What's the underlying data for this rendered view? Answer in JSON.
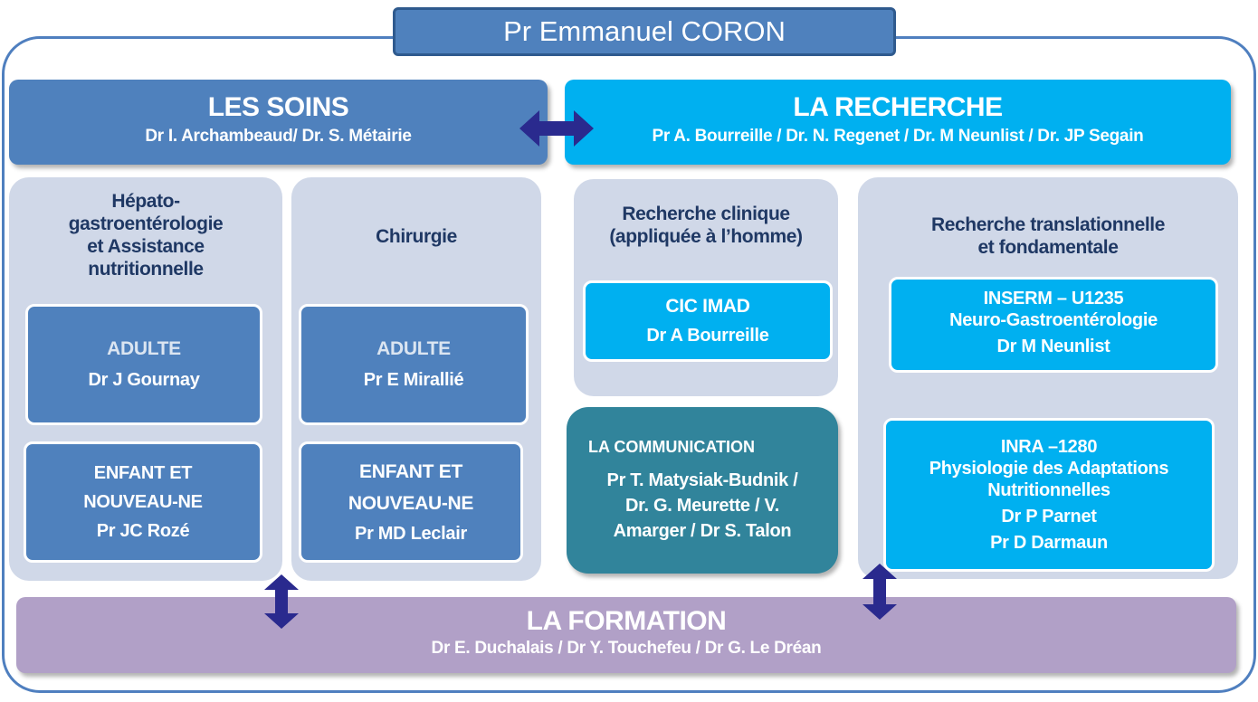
{
  "title": "Pr Emmanuel CORON",
  "soins": {
    "heading": "LES SOINS",
    "leads": "Dr I. Archambeaud/ Dr. S. Métairie"
  },
  "recherche": {
    "heading": "LA RECHERCHE",
    "leads": "Pr A. Bourreille / Dr. N. Regenet /  Dr. M Neunlist / Dr. JP Segain"
  },
  "hepato": {
    "heading": [
      "Hépato-",
      "gastroentérologie",
      "et Assistance",
      "nutritionnelle"
    ],
    "adulte": {
      "label": "ADULTE",
      "lead": "Dr J Gournay"
    },
    "enfant": {
      "label1": "ENFANT ET",
      "label2": "NOUVEAU-NE",
      "lead": "Pr JC Rozé"
    }
  },
  "chirurgie": {
    "heading": "Chirurgie",
    "adulte": {
      "label": "ADULTE",
      "lead": "Pr E Mirallié"
    },
    "enfant": {
      "label1": "ENFANT ET",
      "label2": "NOUVEAU-NE",
      "lead": "Pr MD Leclair"
    }
  },
  "clinique": {
    "heading1": "Recherche clinique",
    "heading2": "(appliquée à l’homme)",
    "cic": {
      "label": "CIC IMAD",
      "lead": "Dr A Bourreille"
    }
  },
  "communication": {
    "heading": "LA COMMUNICATION",
    "leads": [
      "Pr T. Matysiak-Budnik /",
      "Dr. G. Meurette / V.",
      "Amarger / Dr S. Talon"
    ]
  },
  "translationnelle": {
    "heading1": "Recherche translationnelle",
    "heading2": "et fondamentale",
    "inserm": {
      "label1": "INSERM – U1235",
      "label2": "Neuro-Gastroentérologie",
      "lead": "Dr M Neunlist"
    },
    "inra": {
      "label1": "INRA –1280",
      "label2": "Physiologie des Adaptations",
      "label3": "Nutritionnelles",
      "lead1": "Dr P Parnet",
      "lead2": "Pr D Darmaun"
    }
  },
  "formation": {
    "heading": "LA FORMATION",
    "leads": "Dr E. Duchalais / Dr Y. Touchefeu / Dr G. Le Dréan"
  }
}
